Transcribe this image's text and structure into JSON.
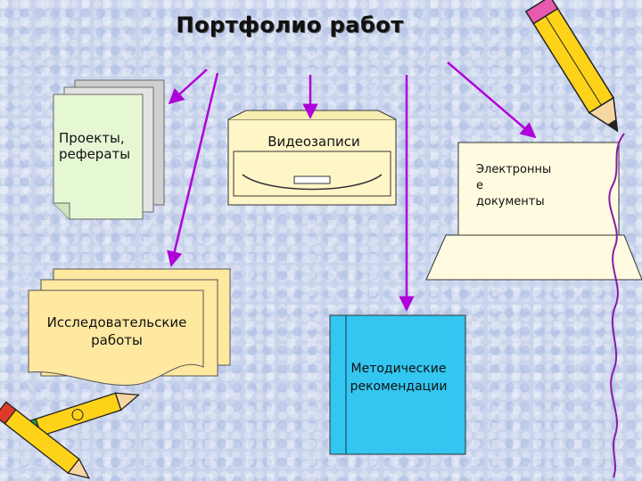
{
  "diagram": {
    "title": "Портфолио работ",
    "nodes": {
      "projects": "Проекты,\nрефераты",
      "video": "Видеозаписи",
      "edocs": "Электронны\nе\n документы",
      "research": "Исследовательские\nработы",
      "methodical": "Методические\nрекомендации"
    }
  },
  "colors": {
    "arrow": "#b000d8",
    "paper_yellow": "#ffe8a0",
    "paper_green": "#e6f7d4",
    "paper_cream": "#fff6c8",
    "book_blue": "#33c6f0"
  },
  "icons": [
    "pencil-icon",
    "pencils-icon"
  ]
}
